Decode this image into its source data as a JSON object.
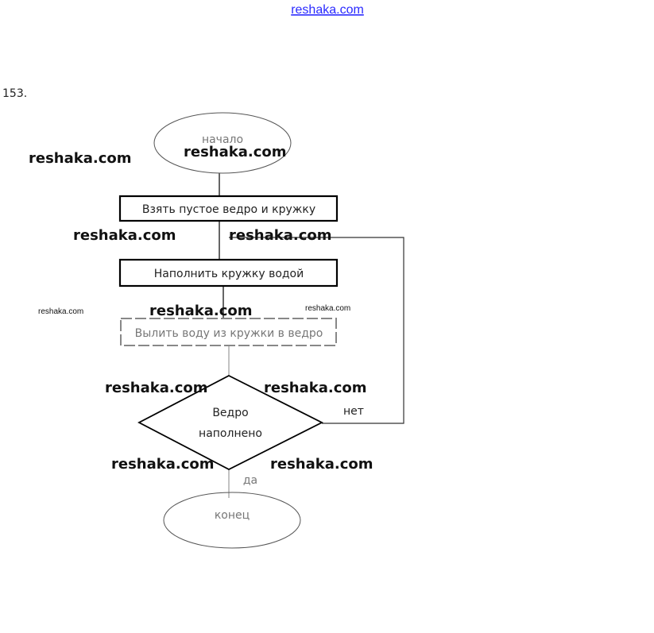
{
  "header": {
    "site": "reshaka.com"
  },
  "problem_number": "153.",
  "flowchart": {
    "start": "начало",
    "step1": "Взять пустое ведро и кружку",
    "step2": "Наполнить кружку водой",
    "step3": "Вылить воду из кружки в ведро",
    "condition_line1": "Ведро",
    "condition_line2": "наполнено",
    "no_label": "нет",
    "yes_label": "да",
    "end": "конец"
  },
  "watermarks": [
    "reshaka.com",
    "reshaka.com",
    "reshaka.com",
    "reshaka.com",
    "reshaka.com",
    "reshaka.com",
    "reshaka.com",
    "reshaka.com",
    "reshaka.com",
    "reshaka.com",
    "reshaka.com"
  ],
  "colors": {
    "link": "#2a2aff",
    "line": "#000000"
  }
}
